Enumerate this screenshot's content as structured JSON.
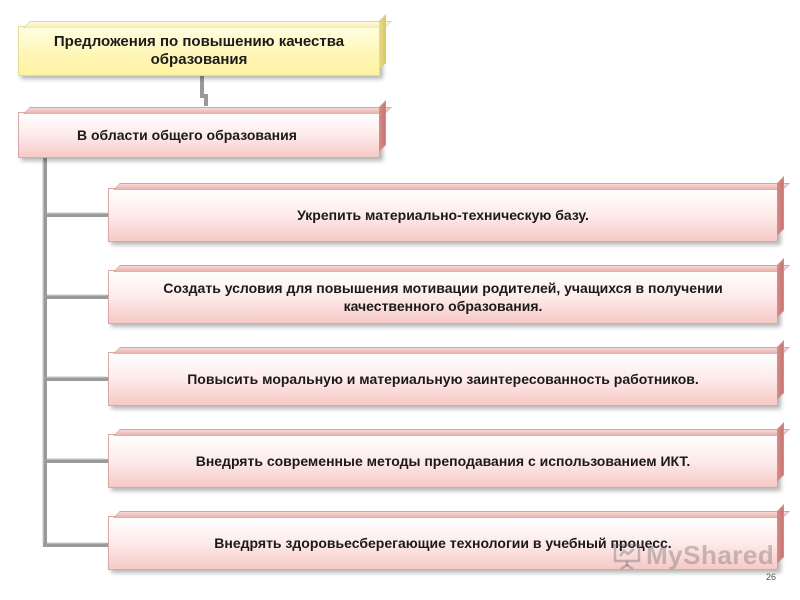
{
  "root": {
    "label": "Предложения по повышению качества образования"
  },
  "category": {
    "label": "В области общего образования"
  },
  "items": [
    {
      "label": "Укрепить материально-техническую базу."
    },
    {
      "label": "Создать условия для повышения мотивации родителей, учащихся в получении качественного образования."
    },
    {
      "label": "Повысить моральную и материальную заинтересованность работников."
    },
    {
      "label": "Внедрять современные методы преподавания с использованием ИКТ."
    },
    {
      "label": "Внедрять здоровьесберегающие технологии в учебный процесс."
    }
  ],
  "watermark": {
    "text": "MyShared"
  },
  "page_number": "26",
  "colors": {
    "root_fill": "#fff7b8",
    "item_fill": "#fdebea",
    "connector": "#8c8c8c"
  }
}
